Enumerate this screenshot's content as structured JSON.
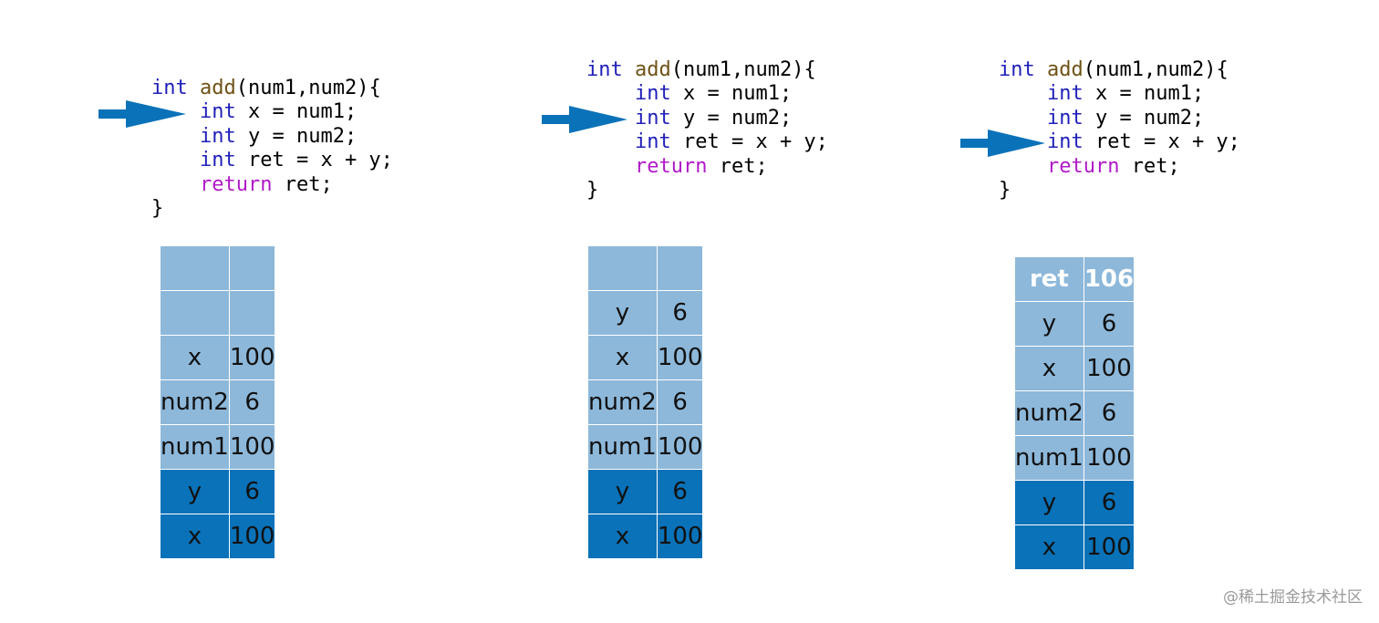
{
  "code": {
    "line1": {
      "type": "int",
      "fn": "add",
      "rest": "(num1,num2){"
    },
    "line2": {
      "type": "int",
      "rest": " x = num1;"
    },
    "line3": {
      "type": "int",
      "rest": " y = num2;"
    },
    "line4": {
      "type": "int",
      "rest": " ret = x + y;"
    },
    "line5": {
      "kw": "return",
      "rest": " ret;"
    },
    "line6": "}"
  },
  "colors": {
    "arrow": "#0a72b8",
    "caller_frame": "#0a72b8",
    "callee_frame": "#8db8da",
    "type_keyword": "#1f1fb8",
    "return_keyword": "#b018c8",
    "function_name": "#6e5216"
  },
  "panels": [
    {
      "arrow_at_line": 2,
      "stack": [
        {
          "name": "",
          "value": "",
          "frame": "callee"
        },
        {
          "name": "",
          "value": "",
          "frame": "callee"
        },
        {
          "name": "x",
          "value": "100",
          "frame": "callee"
        },
        {
          "name": "num2",
          "value": "6",
          "frame": "callee"
        },
        {
          "name": "num1",
          "value": "100",
          "frame": "callee"
        },
        {
          "name": "y",
          "value": "6",
          "frame": "caller"
        },
        {
          "name": "x",
          "value": "100",
          "frame": "caller"
        }
      ]
    },
    {
      "arrow_at_line": 3,
      "stack": [
        {
          "name": "",
          "value": "",
          "frame": "callee"
        },
        {
          "name": "y",
          "value": "6",
          "frame": "callee"
        },
        {
          "name": "x",
          "value": "100",
          "frame": "callee"
        },
        {
          "name": "num2",
          "value": "6",
          "frame": "callee"
        },
        {
          "name": "num1",
          "value": "100",
          "frame": "callee"
        },
        {
          "name": "y",
          "value": "6",
          "frame": "caller"
        },
        {
          "name": "x",
          "value": "100",
          "frame": "caller"
        }
      ]
    },
    {
      "arrow_at_line": 4,
      "stack": [
        {
          "name": "ret",
          "value": "106",
          "frame": "callee",
          "highlight": true
        },
        {
          "name": "y",
          "value": "6",
          "frame": "callee"
        },
        {
          "name": "x",
          "value": "100",
          "frame": "callee"
        },
        {
          "name": "num2",
          "value": "6",
          "frame": "callee"
        },
        {
          "name": "num1",
          "value": "100",
          "frame": "callee"
        },
        {
          "name": "y",
          "value": "6",
          "frame": "caller"
        },
        {
          "name": "x",
          "value": "100",
          "frame": "caller"
        }
      ]
    }
  ],
  "watermark": "@稀土掘金技术社区"
}
